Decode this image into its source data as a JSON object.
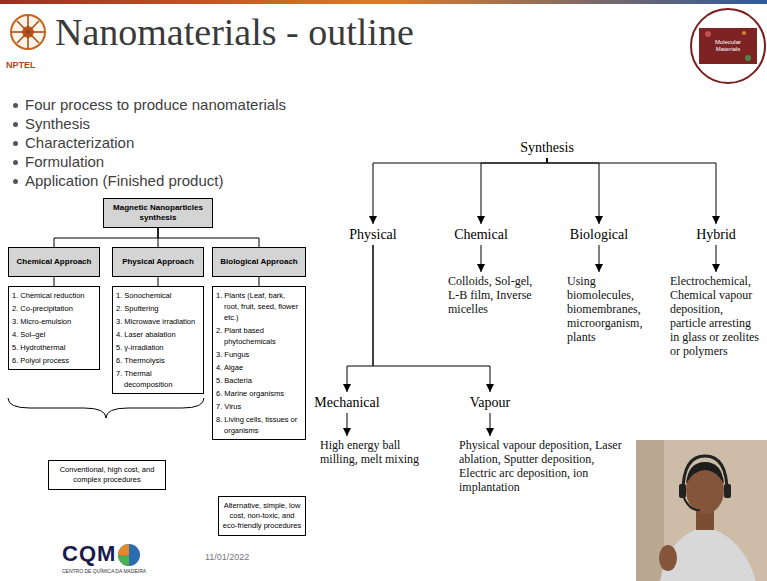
{
  "diagram": {
    "title": "Nanomaterials - outline",
    "nodes": [
      {
        "text": [
          "Magnetic Nanoparticles synthesis"
        ]
      },
      {
        "text": [
          "Chemical Approach"
        ]
      },
      {
        "text": [
          "Physical Approach"
        ]
      },
      {
        "text": [
          "Biological Approach"
        ]
      },
      {
        "text": [
          "1. Chemical reduction",
          "2. Co-precipitation",
          "3. Micro-emulsion",
          "4. Sol–gel",
          "5. Hydrothermal",
          "6. Polyol process"
        ]
      },
      {
        "text": [
          "1. Sonochemical",
          "2. Sputtering",
          "3. Microwave irradiation",
          "4. Laser abalation",
          "5. γ-irradiation",
          "6. Thermolysis",
          "7. Thermal decomposition"
        ]
      },
      {
        "text": [
          "1. Plants (Leaf, bark, root, fruit, seed, flower etc.)",
          "2. Plant based phytochemicals",
          "3. Fungus",
          "4. Algae",
          "5. Bacteria",
          "6. Marine organisms",
          "7. Virus",
          "8. Living cells, tissues or organisms"
        ]
      },
      {
        "text": [
          "Conventional, high cost, and complex procedures"
        ]
      },
      {
        "text": [
          "Alternative, simple, low cost, non-toxic, and eco-friendly procedures"
        ]
      },
      {
        "text": [
          "Synthesis"
        ]
      },
      {
        "text": [
          "Physical"
        ]
      },
      {
        "text": [
          "Chemical"
        ]
      },
      {
        "text": [
          "Biological"
        ]
      },
      {
        "text": [
          "Hybrid"
        ]
      },
      {
        "text": [
          "Colloids, Sol-gel, L-B film, Inverse micelles"
        ]
      },
      {
        "text": [
          "Using biomolecules, biomembranes, microorganism, plants"
        ]
      },
      {
        "text": [
          "Electrochemical, Chemical vapour deposition, particle arresting in glass or zeolites or polymers"
        ]
      },
      {
        "text": [
          "Mechanical"
        ]
      },
      {
        "text": [
          "Vapour"
        ]
      },
      {
        "text": [
          "High energy ball milling, melt mixing"
        ]
      },
      {
        "text": [
          "Physical vapour deposition, Laser ablation, Sputter deposition, Electric arc deposition, ion implantation"
        ]
      }
    ],
    "edges": [
      {
        "from": 0,
        "to": 1,
        "arrow": "none"
      },
      {
        "from": 0,
        "to": 2,
        "arrow": "none"
      },
      {
        "from": 0,
        "to": 3,
        "arrow": "none"
      },
      {
        "from": 1,
        "to": 4,
        "arrow": "none"
      },
      {
        "from": 2,
        "to": 5,
        "arrow": "none"
      },
      {
        "from": 3,
        "to": 6,
        "arrow": "none"
      },
      {
        "from": 9,
        "to": 10,
        "arrow": "to"
      },
      {
        "from": 9,
        "to": 11,
        "arrow": "to"
      },
      {
        "from": 9,
        "to": 12,
        "arrow": "to"
      },
      {
        "from": 9,
        "to": 13,
        "arrow": "to"
      },
      {
        "from": 11,
        "to": 14,
        "arrow": "to"
      },
      {
        "from": 12,
        "to": 15,
        "arrow": "to"
      },
      {
        "from": 13,
        "to": 16,
        "arrow": "to"
      },
      {
        "from": 10,
        "to": 17,
        "arrow": "to"
      },
      {
        "from": 10,
        "to": 18,
        "arrow": "to"
      },
      {
        "from": 17,
        "to": 19,
        "arrow": "to"
      },
      {
        "from": 18,
        "to": 20,
        "arrow": "to"
      }
    ],
    "labels": [
      "NPTEL",
      "Four process to produce nanomaterials",
      "Synthesis",
      "Characterization",
      "Formulation",
      "Application (Finished product)",
      "Molecular Materials",
      "CQM",
      "CENTRO DE QUÍMICA DA MADEIRA",
      "11/01/2022"
    ]
  }
}
